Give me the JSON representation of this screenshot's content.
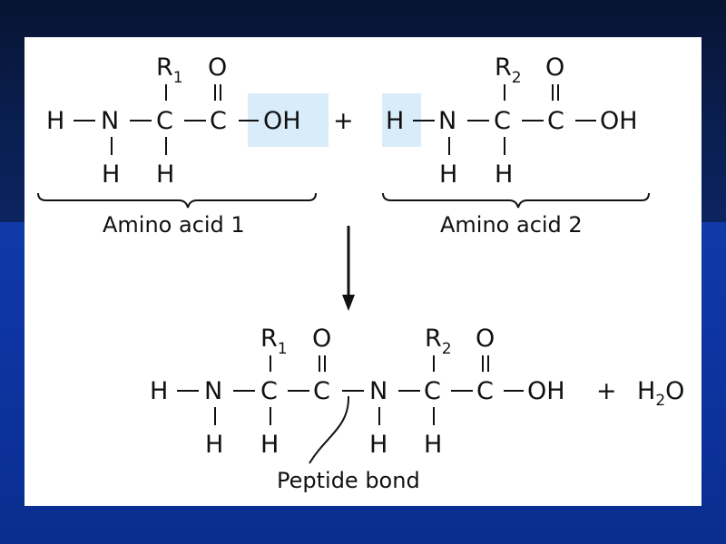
{
  "reactant1": {
    "left_h": "H",
    "n": "N",
    "alpha_c": "C",
    "carbonyl_c": "C",
    "oh": "OH",
    "r_group": "R",
    "r_subscript": "1",
    "o": "O",
    "h_below_n": "H",
    "h_below_c": "H",
    "caption": "Amino acid 1"
  },
  "plus_symbol": "+",
  "reactant2": {
    "left_h": "H",
    "n": "N",
    "alpha_c": "C",
    "carbonyl_c": "C",
    "oh": "OH",
    "r_group": "R",
    "r_subscript": "2",
    "o": "O",
    "h_below_n": "H",
    "h_below_c": "H",
    "caption": "Amino acid 2"
  },
  "product": {
    "left_h": "H",
    "n1": "N",
    "c1": "C",
    "c2": "C",
    "n2": "N",
    "c3": "C",
    "c4": "C",
    "oh": "OH",
    "r1_group": "R",
    "r1_subscript": "1",
    "r2_group": "R",
    "r2_subscript": "2",
    "o1": "O",
    "o2": "O",
    "h_n1": "H",
    "h_c1": "H",
    "h_n2": "H",
    "h_c3": "H",
    "plus_symbol": "+",
    "water": "H",
    "water_subscript": "2",
    "water_o": "O",
    "peptide_bond_label": "Peptide bond"
  },
  "colors": {
    "highlight": "#d9ecfa",
    "background_dark": "#0a1f52",
    "background_blue": "#0d34a0"
  }
}
